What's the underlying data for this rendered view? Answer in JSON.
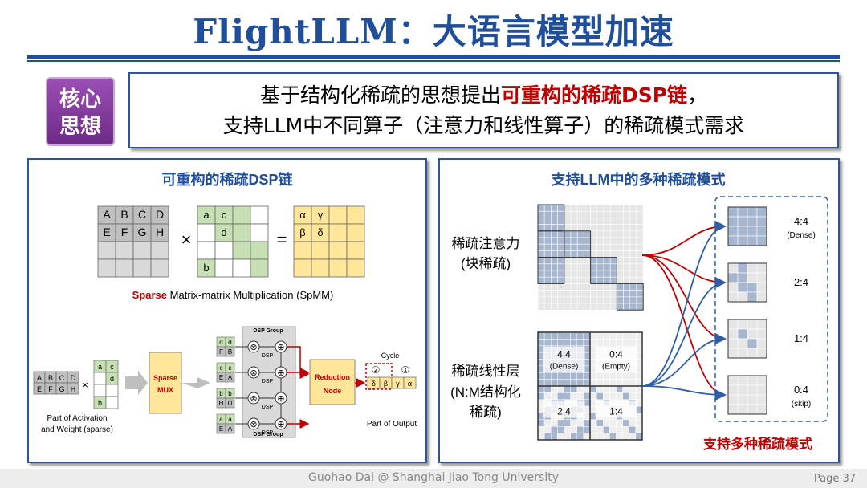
{
  "title": "FlightLLM：大语言模型加速",
  "badge": {
    "l1": "核心",
    "l2": "思想"
  },
  "core": {
    "l1a": "基于结构化稀疏的思想提出",
    "l1b": "可重构的稀疏DSP链",
    "l1c": "，",
    "l2": "支持LLM中不同算子（注意力和线性算子）的稀疏模式需求"
  },
  "left": {
    "heading": "可重构的稀疏DSP链",
    "spmm_a": "Sparse",
    "spmm_b": " Matrix-matrix Multiplication (SpMM)",
    "matA": [
      "A",
      "B",
      "C",
      "D",
      "E",
      "F",
      "G",
      "H"
    ],
    "matB": [
      "a",
      "c",
      "d",
      "b"
    ],
    "matC": [
      "α",
      "γ",
      "β",
      "δ"
    ],
    "times": "×",
    "eq": "=",
    "act_label1": "Part of Activation",
    "act_label2": "and Weight (sparse)",
    "mux1": "Sparse",
    "mux2": "MUX",
    "dsp_group": "DSP Group",
    "dsp": "DSP",
    "pairs": [
      [
        "d",
        "d"
      ],
      [
        "F",
        "B"
      ],
      [
        "c",
        "c"
      ],
      [
        "E",
        "A"
      ],
      [
        "b",
        "b"
      ],
      [
        "H",
        "D"
      ],
      [
        "a",
        "a"
      ],
      [
        "E",
        "A"
      ]
    ],
    "red1": "Reduction",
    "red2": "Node",
    "cycle": "Cycle",
    "c2": "②",
    "c1": "①",
    "out": [
      "δ",
      "β",
      "γ",
      "α"
    ],
    "output_label": "Part of Output"
  },
  "right": {
    "heading": "支持LLM中的多种稀疏模式",
    "attn1": "稀疏注意力",
    "attn2": "(块稀疏)",
    "lin1": "稀疏线性层",
    "lin2": "(N:M结构化",
    "lin3": "稀疏)",
    "blocks": [
      {
        "a": "4:4",
        "b": "(Dense)"
      },
      {
        "a": "0:4",
        "b": "(Empty)"
      },
      {
        "a": "2:4",
        "b": ""
      },
      {
        "a": "1:4",
        "b": ""
      }
    ],
    "patterns": [
      {
        "a": "4:4",
        "b": "(Dense)"
      },
      {
        "a": "2:4",
        "b": ""
      },
      {
        "a": "1:4",
        "b": ""
      },
      {
        "a": "0:4",
        "b": "(skip)"
      }
    ],
    "support": "支持多种稀疏模式"
  },
  "footer": {
    "author": "Guohao Dai @ Shanghai Jiao Tong University",
    "page": "Page 37"
  },
  "colors": {
    "title": "#1f4e9a",
    "accent": "#c00000",
    "badge": "#7b3596",
    "gray": "#bfbfbf",
    "green": "#c6e0b4",
    "yellow": "#ffe699",
    "blue": "#2e5ea8"
  }
}
